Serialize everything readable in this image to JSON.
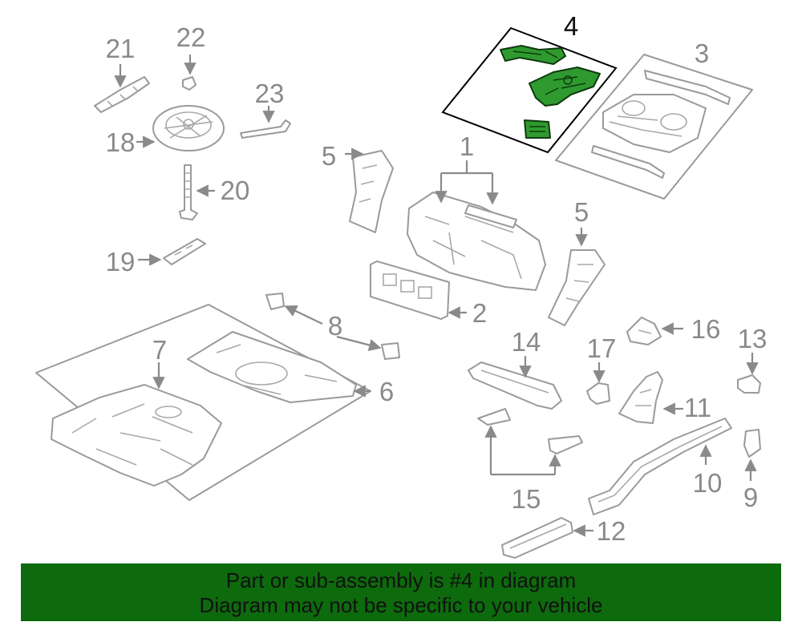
{
  "diagram": {
    "highlighted_part": "4",
    "callouts": {
      "c1": "1",
      "c2": "2",
      "c3": "3",
      "c4": "4",
      "c5a": "5",
      "c5b": "5",
      "c6": "6",
      "c7": "7",
      "c8": "8",
      "c9": "9",
      "c10": "10",
      "c11": "11",
      "c12": "12",
      "c13": "13",
      "c14": "14",
      "c15": "15",
      "c16": "16",
      "c17": "17",
      "c18": "18",
      "c19": "19",
      "c20": "20",
      "c21": "21",
      "c22": "22",
      "c23": "23"
    },
    "colors": {
      "highlight": "#2f9a2f",
      "banner": "#0d6a0d",
      "line_art": "#9a9a9a"
    }
  },
  "banner": {
    "line1": "Part or sub-assembly is #4 in diagram",
    "line2": "Diagram may not be specific to your vehicle"
  }
}
